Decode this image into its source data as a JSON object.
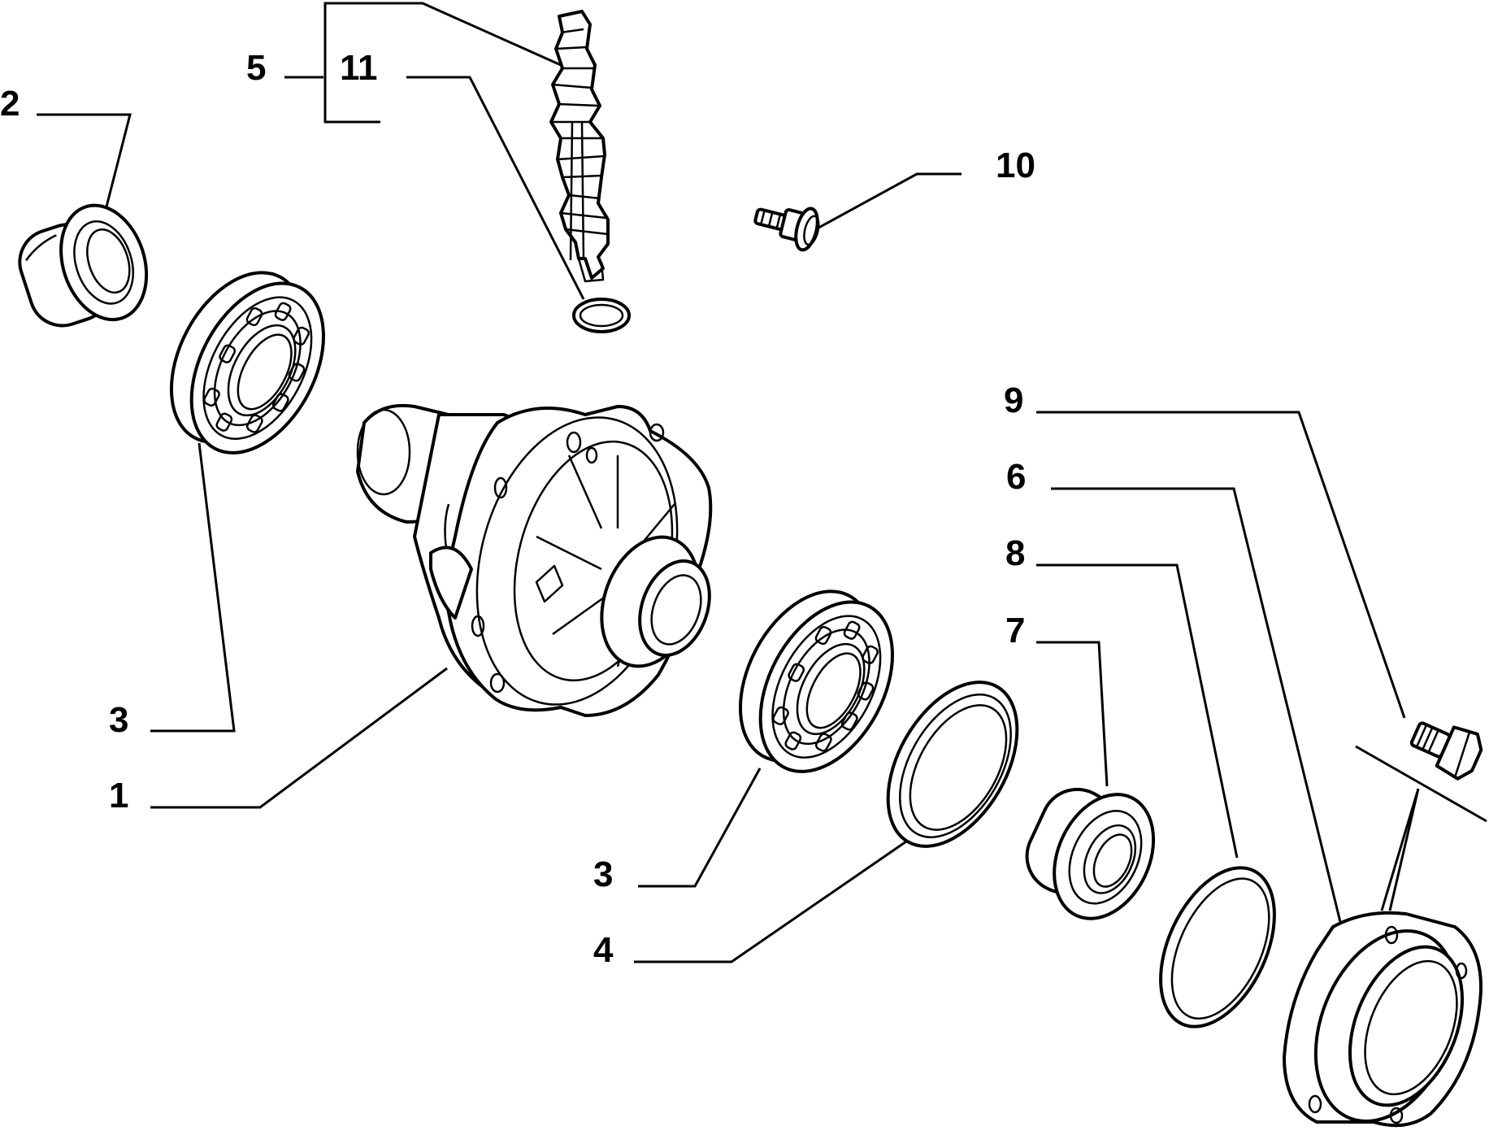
{
  "callouts": {
    "c1": "1",
    "c2": "2",
    "c3a": "3",
    "c3b": "3",
    "c4": "4",
    "c5": "5",
    "c6": "6",
    "c7": "7",
    "c8": "8",
    "c9": "9",
    "c10": "10",
    "c11": "11"
  },
  "colors": {
    "line": "#000000",
    "background": "#ffffff"
  },
  "parts": [
    "differential-housing",
    "bearing-race",
    "roller-bearing",
    "oil-seal",
    "speedometer-drive-gear",
    "flange-cover",
    "bearing-race",
    "shim-ring",
    "bolt",
    "screw",
    "o-ring"
  ]
}
